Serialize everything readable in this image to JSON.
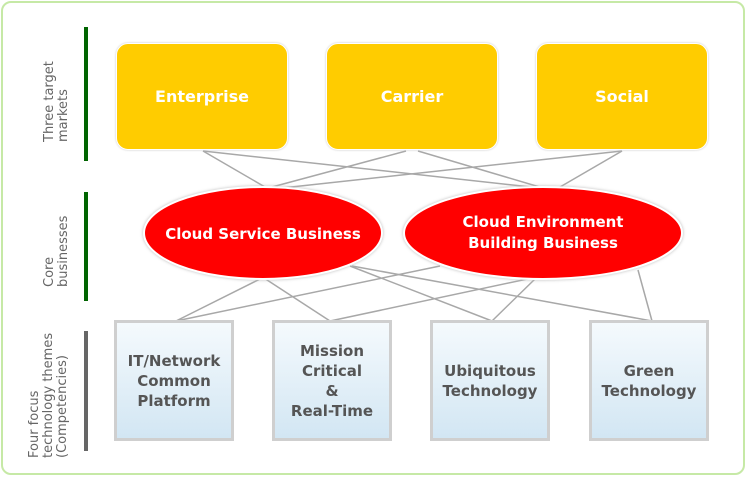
{
  "rows": {
    "markets": {
      "label": "Three target\nmarkets",
      "items": [
        "Enterprise",
        "Carrier",
        "Social"
      ]
    },
    "core": {
      "label": "Core\nbusinesses",
      "items": [
        "Cloud Service Business",
        "Cloud Environment\nBuilding Business"
      ]
    },
    "tech": {
      "label": "Four focus\ntechnology themes\n(Competencies)",
      "items": [
        "IT/Network\nCommon\nPlatform",
        "Mission\nCritical\n&\nReal-Time",
        "Ubiquitous\nTechnology",
        "Green\nTechnology"
      ]
    }
  },
  "links": {
    "market_to_core": [
      [
        0,
        0
      ],
      [
        0,
        1
      ],
      [
        1,
        0
      ],
      [
        1,
        1
      ],
      [
        2,
        0
      ],
      [
        2,
        1
      ]
    ],
    "core_to_tech": [
      [
        0,
        0
      ],
      [
        0,
        1
      ],
      [
        0,
        2
      ],
      [
        0,
        3
      ],
      [
        1,
        0
      ],
      [
        1,
        1
      ],
      [
        1,
        2
      ],
      [
        1,
        3
      ]
    ]
  },
  "colors": {
    "market": "#ffcc00",
    "core": "#ff0000",
    "tech_top": "#f5fafd",
    "tech_bottom": "#d2e6f3",
    "link": "#a8a8a8",
    "bar_green": "#006400",
    "bar_grey": "#666666",
    "frame": "#c6e9a6"
  }
}
